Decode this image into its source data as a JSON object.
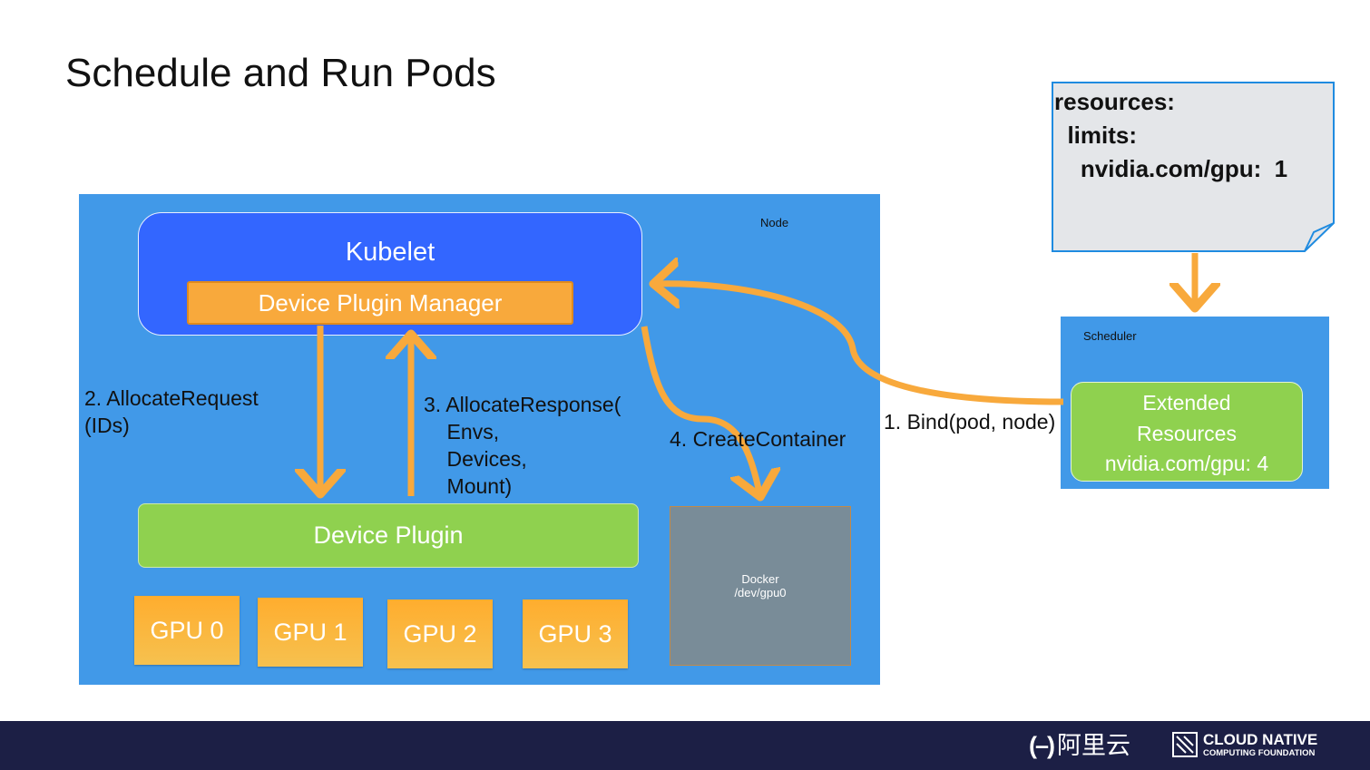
{
  "title": "Schedule and Run Pods",
  "node": {
    "label": "Node",
    "kubelet": {
      "title": "Kubelet",
      "manager": "Device Plugin Manager"
    },
    "device_plugin": "Device Plugin",
    "gpus": [
      "GPU 0",
      "GPU 1",
      "GPU 2",
      "GPU 3"
    ],
    "docker": {
      "line1": "Docker",
      "line2": "/dev/gpu0"
    }
  },
  "edges": {
    "allocate_request": "2. AllocateRequest\n(IDs)",
    "allocate_response": "3. AllocateResponse(\n    Envs,\n    Devices,\n    Mount)",
    "create_container": "4. CreateContainer",
    "bind": "1. Bind(pod, node)"
  },
  "scheduler": {
    "label": "Scheduler",
    "extended": {
      "line1": "Extended",
      "line2": "Resources",
      "line3": "nvidia.com/gpu: 4"
    }
  },
  "pod_spec": {
    "text": "resources:\n  limits:\n    nvidia.com/gpu:  1"
  },
  "footer": {
    "aliyun_text": "阿里云",
    "cncf_line1": "CLOUD NATIVE",
    "cncf_line2": "COMPUTING FOUNDATION"
  },
  "colors": {
    "node_blue": "#4199e8",
    "kubelet_blue": "#3366ff",
    "arrow_orange": "#f8a93c",
    "plugin_green": "#8fd14f",
    "docker_gray": "#798c98",
    "footer_navy": "#1c1f45"
  },
  "icons": [
    "aliyun-logo-icon",
    "cncf-logo-icon",
    "arrow-icon"
  ]
}
